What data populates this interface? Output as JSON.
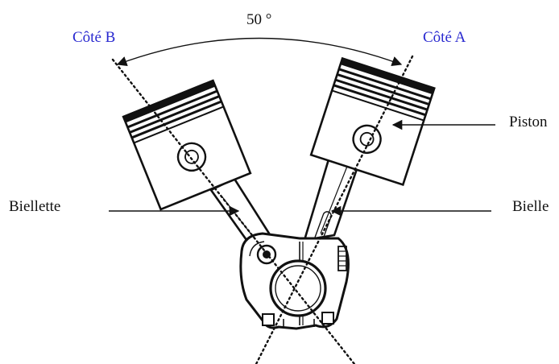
{
  "angle_label": "50 °",
  "side_b_label": "Côté B",
  "side_a_label": "Côté A",
  "piston_label": "Piston",
  "biellette_label": "Biellette",
  "bielle_label": "Bielle",
  "colors": {
    "side_label": "#2a2ad0",
    "ink": "#111111",
    "background": "#ffffff"
  }
}
